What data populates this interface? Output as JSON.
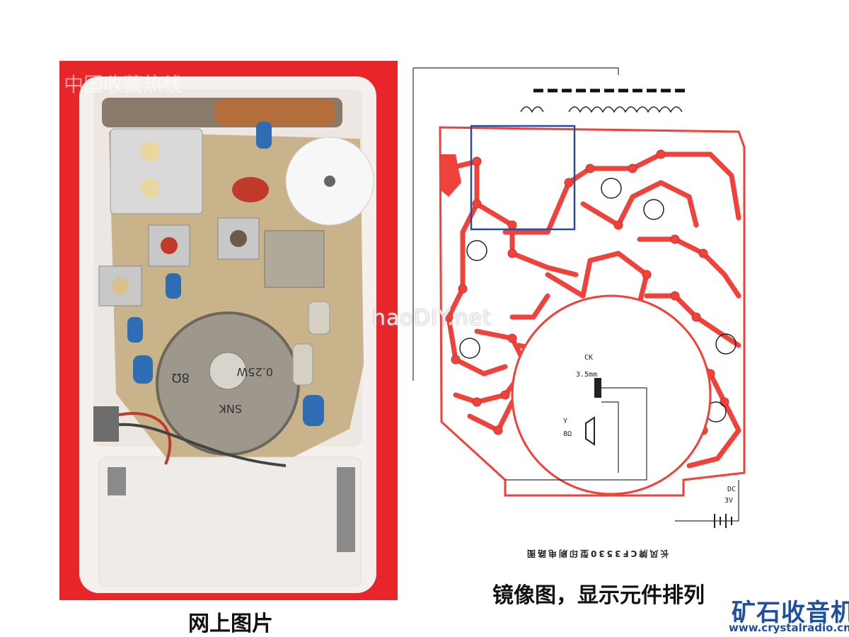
{
  "captions": {
    "photo": "网上图片",
    "diagram": "镜像图，显示元件排列"
  },
  "diagram": {
    "title": "长风牌CF3530型印刷电路图",
    "labels": {
      "ck": "CK",
      "jack": "3.5mm",
      "speaker": "Y",
      "impedance": "8Ω",
      "dc": "DC",
      "voltage": "3V"
    }
  },
  "photo": {
    "watermark": "中国收藏热线",
    "speaker_marking_1": "8Ω",
    "speaker_marking_2": "0.25W",
    "speaker_marking_3": "SNK"
  },
  "watermark": "haoDIY.net",
  "brand": {
    "name": "矿石收音机",
    "url": "www.crystalradio.cn"
  },
  "colors": {
    "photo_background": "#e8262a",
    "pcb_trace": "#f0413a",
    "highlight_box": "#2c4aa0",
    "brand": "#1d4fa3"
  }
}
